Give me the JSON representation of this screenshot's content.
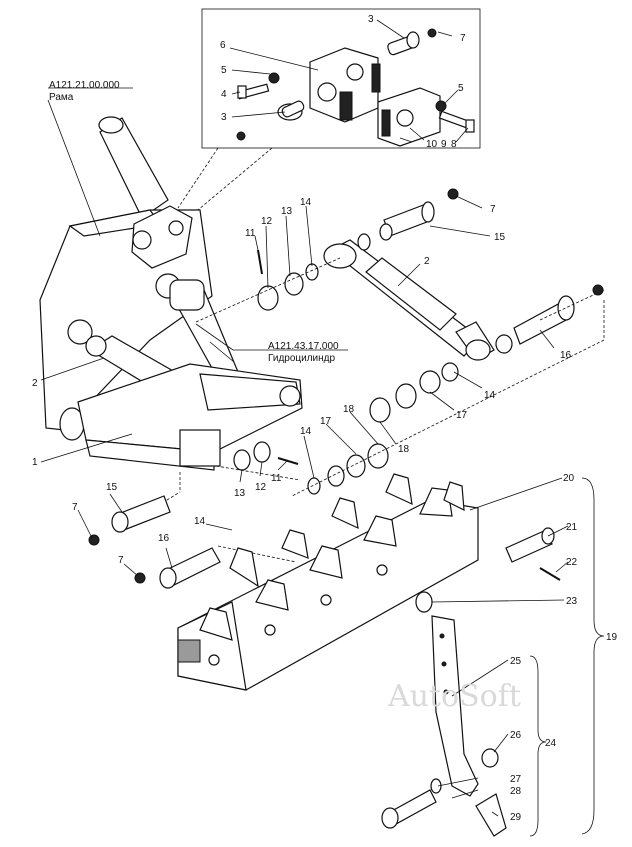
{
  "references": [
    {
      "code": "А121.21.00.000",
      "name": "Рама"
    },
    {
      "code": "А121.43.17.000",
      "name": "Гидроцилиндр"
    }
  ],
  "part_numbers": {
    "inset_3a": "3",
    "inset_7": "7",
    "inset_6": "6",
    "inset_5a": "5",
    "inset_4": "4",
    "inset_3b": "3",
    "inset_5b": "5",
    "inset_10": "10",
    "inset_9": "9",
    "inset_8": "8",
    "p7a": "7",
    "p15a": "15",
    "p2a": "2",
    "p11a": "11",
    "p12a": "12",
    "p13a": "13",
    "p14a": "14",
    "p16a": "16",
    "p14b": "14",
    "p17a": "17",
    "p2b": "2",
    "p1": "1",
    "p14c": "14",
    "p17b": "17",
    "p18a": "18",
    "p18b": "18",
    "p13b": "13",
    "p12b": "12",
    "p11b": "11",
    "p15b": "15",
    "p7b": "7",
    "p14d": "14",
    "p16b": "16",
    "p7c": "7",
    "p20": "20",
    "p21": "21",
    "p22": "22",
    "p23": "23",
    "p19": "19",
    "p25": "25",
    "p26": "26",
    "p24": "24",
    "p27": "27",
    "p28": "28",
    "p29": "29"
  },
  "watermark": "AutoSoft"
}
